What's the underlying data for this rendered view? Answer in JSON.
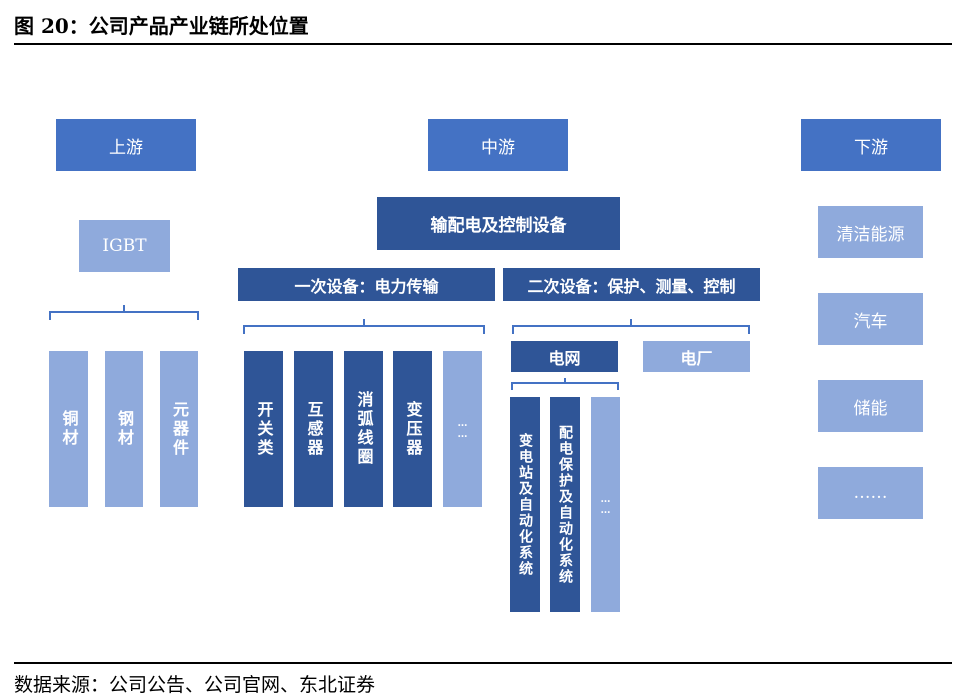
{
  "title": "图 20：公司产品产业链所处位置",
  "source": "数据来源：公司公告、公司官网、东北证券",
  "colors": {
    "header": "#4472C4",
    "dark": "#2F5597",
    "light": "#8FAADC"
  },
  "upstream": {
    "label": "上游",
    "group": "IGBT",
    "items": [
      "铜材",
      "钢材",
      "元器件"
    ]
  },
  "midstream": {
    "label": "中游",
    "group": "输配电及控制设备",
    "primary": {
      "label": "一次设备：电力传输",
      "items": [
        "开关类",
        "互感器",
        "消弧线圈",
        "变压器",
        "……"
      ]
    },
    "secondary": {
      "label": "二次设备：保护、测量、控制",
      "grid": "电网",
      "plant": "电厂",
      "grid_items": [
        "变电站及自动化系统",
        "配电保护及自动化系统",
        "……"
      ]
    }
  },
  "downstream": {
    "label": "下游",
    "items": [
      "清洁能源",
      "汽车",
      "储能",
      "……"
    ]
  }
}
